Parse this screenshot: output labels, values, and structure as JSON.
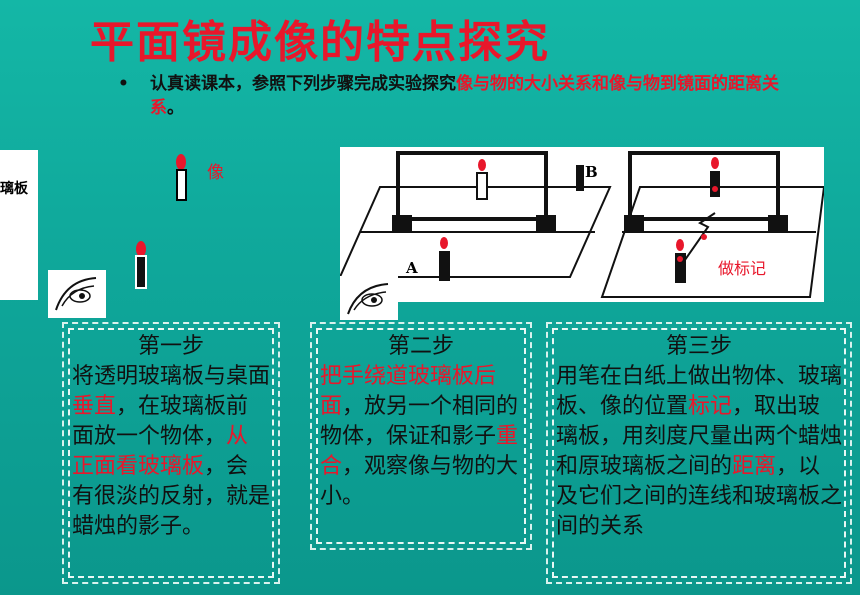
{
  "title": "平面镜成像的特点探究",
  "bullet": {
    "marker": "•",
    "text_black": "认真读课本，参照下列步骤完成实验探究",
    "text_red": "像与物的大小关系和像与物到镜面的距离关系",
    "text_end": "。"
  },
  "figure_labels": {
    "left_cut": "璃板",
    "image": "像",
    "a": "A",
    "b": "B",
    "mark": "做标记"
  },
  "steps": [
    {
      "head": "第一步",
      "parts": [
        {
          "t": "将透明玻璃板与桌面",
          "red": false
        },
        {
          "t": "垂直",
          "red": true
        },
        {
          "t": "，在玻璃板前面放一个物体，",
          "red": false
        },
        {
          "t": "从正面看玻璃板",
          "red": true
        },
        {
          "t": "，会有很淡的反射，就是蜡烛的影子。",
          "red": false
        }
      ]
    },
    {
      "head": "第二步",
      "parts": [
        {
          "t": "把手绕道玻璃板后面",
          "red": true
        },
        {
          "t": "，放另一个相同的物体，保证和影子",
          "red": false
        },
        {
          "t": "重合",
          "red": true
        },
        {
          "t": "，观察像与物的大小。",
          "red": false
        }
      ]
    },
    {
      "head": "第三步",
      "parts": [
        {
          "t": "用笔在白纸上做出物体、玻璃板、像的位置",
          "red": false
        },
        {
          "t": "标记",
          "red": true
        },
        {
          "t": "，取出玻璃板，用刻度尺量出两个蜡烛和原玻璃板之间的",
          "red": false
        },
        {
          "t": "距离",
          "red": true
        },
        {
          "t": "，以及它们之间的连线和玻璃板之间的关系",
          "red": false
        }
      ]
    }
  ],
  "colors": {
    "accent_red": "#e8172b",
    "background": "#12ae9f"
  }
}
